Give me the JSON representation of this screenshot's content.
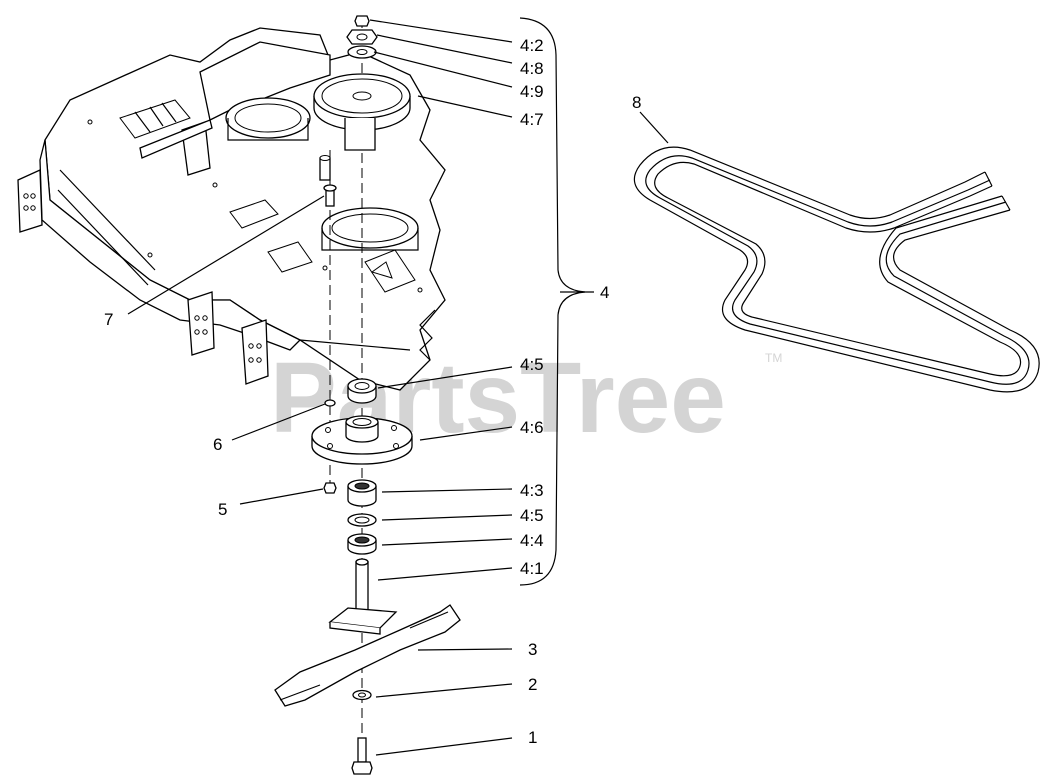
{
  "watermark": {
    "text": "PartsTree",
    "trademark": "TM"
  },
  "callouts": {
    "c4_2": "4:2",
    "c4_8": "4:8",
    "c4_9": "4:9",
    "c4_7": "4:7",
    "c8": "8",
    "c4": "4",
    "c7": "7",
    "c4_5a": "4:5",
    "c6": "6",
    "c4_6": "4:6",
    "c4_3": "4:3",
    "c5": "5",
    "c4_5b": "4:5",
    "c4_4": "4:4",
    "c4_1": "4:1",
    "c3": "3",
    "c2": "2",
    "c1": "1"
  }
}
